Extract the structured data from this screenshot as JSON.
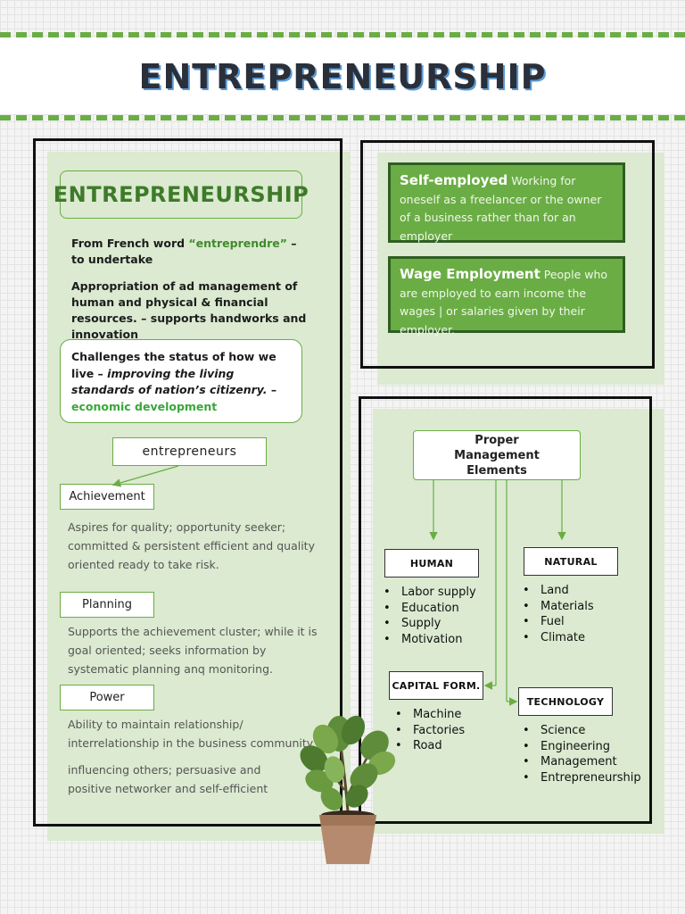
{
  "header": {
    "title": "ENTREPRENEURSHIP"
  },
  "left_panel": {
    "title": "ENTREPRENEURSHIP",
    "origin": {
      "prefix": "From French word ",
      "word": "“entreprendre”",
      "suffix": " – to undertake"
    },
    "appropriation": "Appropriation of ad management of human and physical & financial resources. – supports handworks and innovation",
    "challenge": {
      "line1": "Challenges the status of how we live –",
      "italic": "improving the living standards of nation’s citizenry.",
      "dash": " – ",
      "highlight": "economic development"
    },
    "entrepreneurs_label": "entrepreneurs",
    "clusters": [
      {
        "label": "Achievement",
        "text": "Aspires for quality; opportunity seeker; committed & persistent efficient and quality oriented ready to take risk."
      },
      {
        "label": "Planning",
        "text": "Supports the achievement cluster; while it is goal oriented; seeks information by systematic planning anq monitoring."
      },
      {
        "label": "Power",
        "text": "Ability to maintain relationship/ interrelationship in the business community.",
        "text2": "influencing others; persuasive and positive networker and self-efficient"
      }
    ]
  },
  "employment": {
    "self": {
      "term": "Self-employed",
      "text": " Working for oneself as a freelancer or the owner of a business rather than for an employer"
    },
    "wage": {
      "term": "Wage Employment",
      "text": " People who are employed to earn income the wages | or salaries given by their employer."
    }
  },
  "management": {
    "title": "Proper Management Elements",
    "categories": [
      {
        "label": "HUMAN",
        "items": [
          "Labor supply",
          "Education",
          "Supply",
          "Motivation"
        ]
      },
      {
        "label": "NATURAL",
        "items": [
          "Land",
          "Materials",
          "Fuel",
          "Climate"
        ]
      },
      {
        "label": "CAPITAL FORM.",
        "items": [
          "Machine",
          "Factories",
          "Road"
        ]
      },
      {
        "label": "TECHNOLOGY",
        "items": [
          "Science",
          "Engineering",
          "Management",
          "Entrepreneurship"
        ]
      }
    ]
  },
  "colors": {
    "accent": "#6aad45",
    "dark_green": "#2f5e22",
    "panel": "#dbead0"
  },
  "decor": {
    "icon": "potted-plant-icon"
  }
}
